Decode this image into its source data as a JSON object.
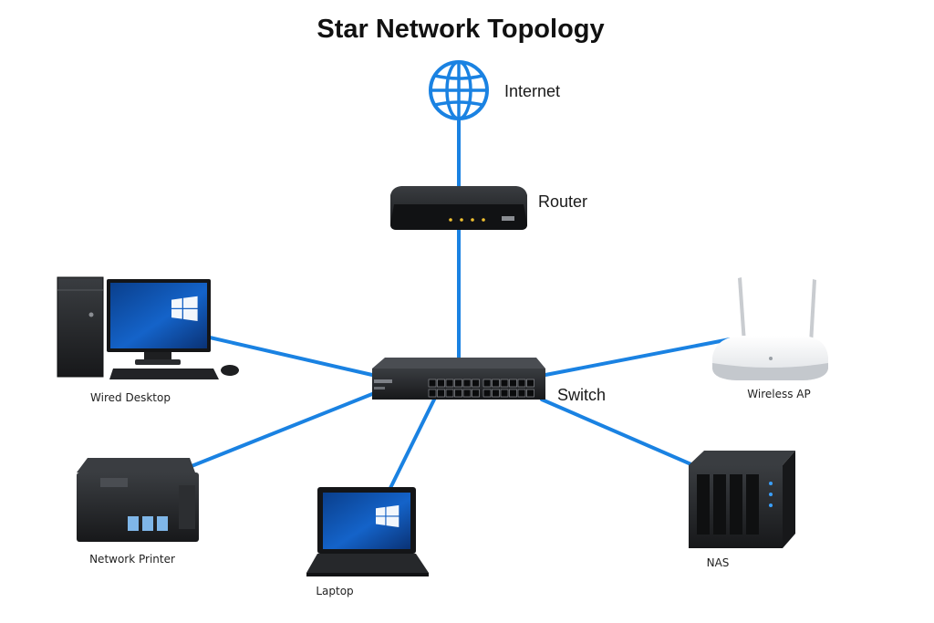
{
  "diagram": {
    "title": "Star Network Topology",
    "link_color": "#1a82e2",
    "nodes": {
      "internet": {
        "label": "Internet",
        "icon": "globe-icon"
      },
      "router": {
        "label": "Router",
        "icon": "router-icon"
      },
      "switch": {
        "label": "Switch",
        "icon": "switch-icon"
      },
      "desktop": {
        "label": "Wired Desktop",
        "icon": "desktop-computer-icon"
      },
      "wireless_ap": {
        "label": "Wireless AP",
        "icon": "wireless-access-point-icon"
      },
      "printer": {
        "label": "Network Printer",
        "icon": "printer-icon"
      },
      "laptop": {
        "label": "Laptop",
        "icon": "laptop-icon"
      },
      "nas": {
        "label": "NAS",
        "icon": "nas-icon"
      }
    },
    "links": [
      {
        "from": "internet",
        "to": "router"
      },
      {
        "from": "router",
        "to": "switch"
      },
      {
        "from": "switch",
        "to": "desktop"
      },
      {
        "from": "switch",
        "to": "wireless_ap"
      },
      {
        "from": "switch",
        "to": "printer"
      },
      {
        "from": "switch",
        "to": "laptop"
      },
      {
        "from": "switch",
        "to": "nas"
      }
    ]
  }
}
